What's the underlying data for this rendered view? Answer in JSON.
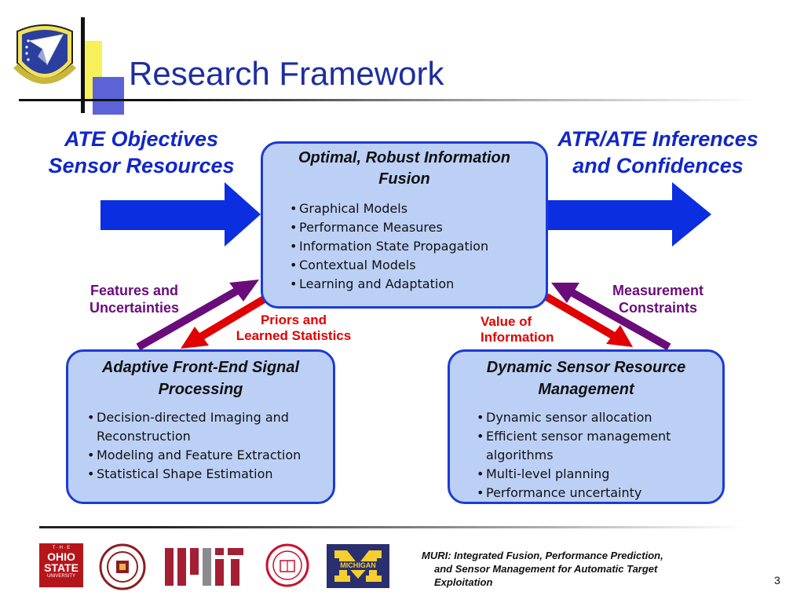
{
  "slide": {
    "title": "Research Framework",
    "page_number": "3"
  },
  "left_label": {
    "line1": "ATE Objectives",
    "line2": "Sensor Resources"
  },
  "right_label": {
    "line1": "ATR/ATE Inferences",
    "line2": "and Confidences"
  },
  "center_box": {
    "title_line1": "Optimal, Robust Information",
    "title_line2": "Fusion",
    "items": [
      "Graphical Models",
      "Performance Measures",
      "Information State Propagation",
      "Contextual Models",
      "Learning and Adaptation"
    ]
  },
  "left_box": {
    "title_line1": "Adaptive Front-End Signal",
    "title_line2": "Processing",
    "items": [
      "Decision-directed Imaging and Reconstruction",
      "Modeling and Feature Extraction",
      "Statistical Shape Estimation"
    ]
  },
  "right_box": {
    "title_line1": "Dynamic Sensor Resource",
    "title_line2": "Management",
    "items": [
      "Dynamic sensor allocation",
      "Efficient sensor management algorithms",
      "Multi-level planning",
      "Performance uncertainty"
    ]
  },
  "arrow_labels": {
    "features": {
      "line1": "Features and",
      "line2": "Uncertainties"
    },
    "priors": {
      "line1": "Priors and",
      "line2": "Learned Statistics"
    },
    "value": {
      "line1": "Value of",
      "line2": "Information"
    },
    "measurement": {
      "line1": "Measurement",
      "line2": "Constraints"
    }
  },
  "footer": {
    "caption_line1": "MURI: Integrated Fusion, Performance Prediction,",
    "caption_line2": "and Sensor Management for Automatic Target",
    "caption_line3": "Exploitation",
    "logos": {
      "ohio_state": {
        "line1": "T · H · E",
        "line2": "OHIO",
        "line3": "STATE",
        "line4": "UNIVERSITY"
      },
      "michigan": {
        "word": "MICHIGAN"
      }
    }
  },
  "colors": {
    "title_blue": "#1e2ea0",
    "label_blue": "#1127c8",
    "box_fill": "#bcd0f6",
    "box_border": "#1c3bd4",
    "arrow_blue": "#0a2ee0",
    "arrow_purple": "#6a0d7a",
    "arrow_red": "#e00000"
  }
}
